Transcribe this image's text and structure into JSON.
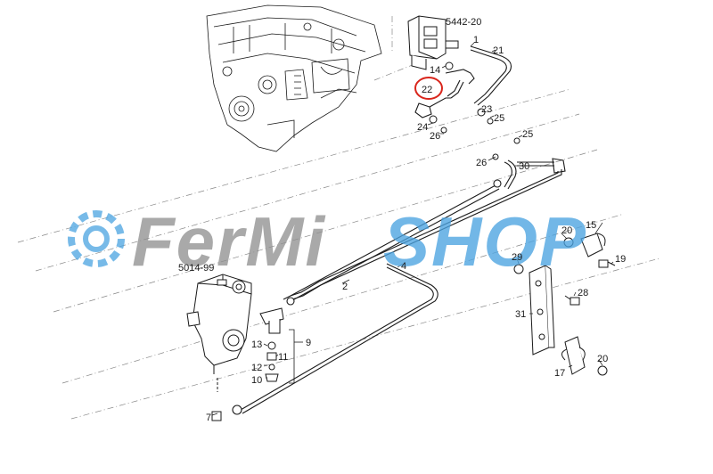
{
  "callouts": {
    "c5442": "5442-20",
    "c5014": "5014-99",
    "c1": "1",
    "c2": "2",
    "c4": "4",
    "c7": "7",
    "c9": "9",
    "c10": "10",
    "c11": "11",
    "c12": "12",
    "c13": "13",
    "c14": "14",
    "c15": "15",
    "c17": "17",
    "c19": "19",
    "c20a": "20",
    "c20b": "20",
    "c21": "21",
    "c22": "22",
    "c23": "23",
    "c24": "24",
    "c25a": "25",
    "c25b": "25",
    "c26a": "26",
    "c26b": "26",
    "c28": "28",
    "c29": "29",
    "c30": "30",
    "c31": "31"
  },
  "watermark": {
    "part1": "FerMi",
    "part2": "SHOP"
  },
  "colors": {
    "line": "#1a1a1a",
    "highlight": "#d9261c",
    "wm_gray": "#8c8c8c",
    "wm_blue": "#4aa3e0"
  },
  "highlighted_callout": "22"
}
